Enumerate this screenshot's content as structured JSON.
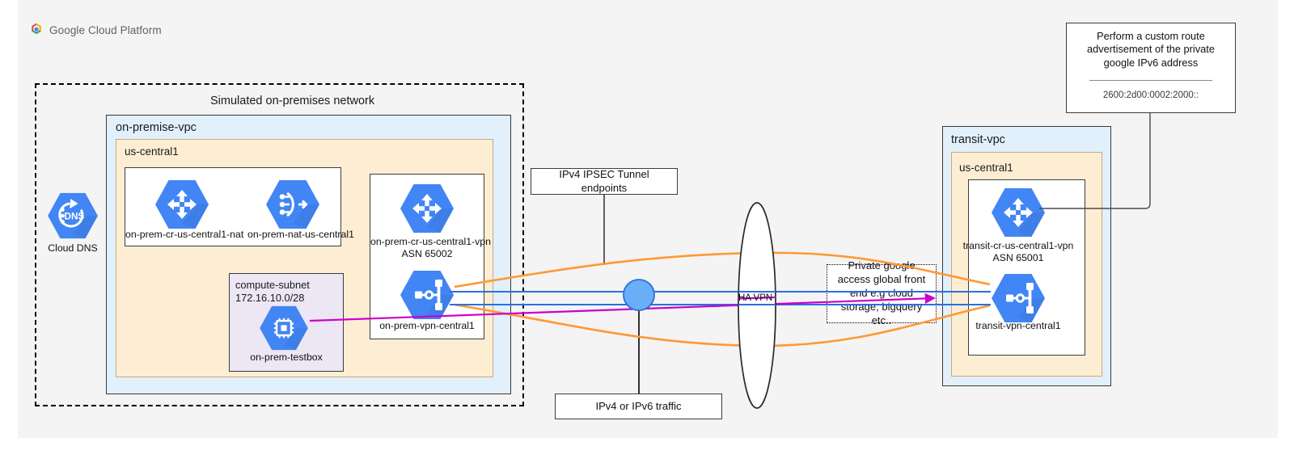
{
  "header": {
    "brand": "Google Cloud Platform",
    "logo_icon": "google-cloud-logo-icon"
  },
  "onprem_region": {
    "title": "Simulated on-premises network",
    "vpc": {
      "title": "on-premise-vpc",
      "region": {
        "title": "us-central1",
        "routers_box": {
          "nodes": [
            {
              "icon": "cloud-router-icon",
              "label": "on-prem-cr-us-central1-nat"
            },
            {
              "icon": "cloud-nat-icon",
              "label": "on-prem-nat-us-central1"
            }
          ]
        },
        "subnet": {
          "name": "compute-subnet",
          "cidr": "172.16.10.0/28",
          "node": {
            "icon": "compute-engine-icon",
            "label": "on-prem-testbox"
          }
        },
        "vpn_box": {
          "router": {
            "icon": "cloud-router-icon",
            "label": "on-prem-cr-us-central1-vpn",
            "asn": "ASN 65002"
          },
          "gateway": {
            "icon": "vpn-gateway-icon",
            "label": "on-prem-vpn-central1"
          }
        }
      }
    }
  },
  "cloud_dns": {
    "icon": "cloud-dns-icon",
    "label": "Cloud DNS"
  },
  "callouts": {
    "ipsec_endpoints": "IPv4 IPSEC Tunnel endpoints",
    "traffic": "IPv4 or IPv6 traffic",
    "private_google_access": "Private google access global front end e.g cloud storage, bigquery etc..",
    "custom_route": {
      "text": "Perform a custom route advertisement of the private google IPv6 address",
      "address": "2600:2d00:0002:2000::"
    }
  },
  "ha_vpn": {
    "label": "HA VPN"
  },
  "transit_region": {
    "vpc": {
      "title": "transit-vpc",
      "region": {
        "title": "us-central1",
        "inner": {
          "router": {
            "icon": "cloud-router-icon",
            "label": "transit-cr-us-central1-vpn",
            "asn": "ASN 65001"
          },
          "gateway": {
            "icon": "vpn-gateway-icon",
            "label": "transit-vpn-central1"
          }
        }
      }
    }
  },
  "colors": {
    "canvas_bg": "#f4f4f4",
    "vpc_fill": "#e1f0fb",
    "region_fill": "#fdeed3",
    "subnet_fill": "#ece6f5",
    "gcp_blue": "#4285f4",
    "tunnel_orange": "#ff9933",
    "traffic_blue": "#2a6fe0",
    "ipv6_magenta": "#cc00cc",
    "node_blue": "#6aaef7"
  }
}
